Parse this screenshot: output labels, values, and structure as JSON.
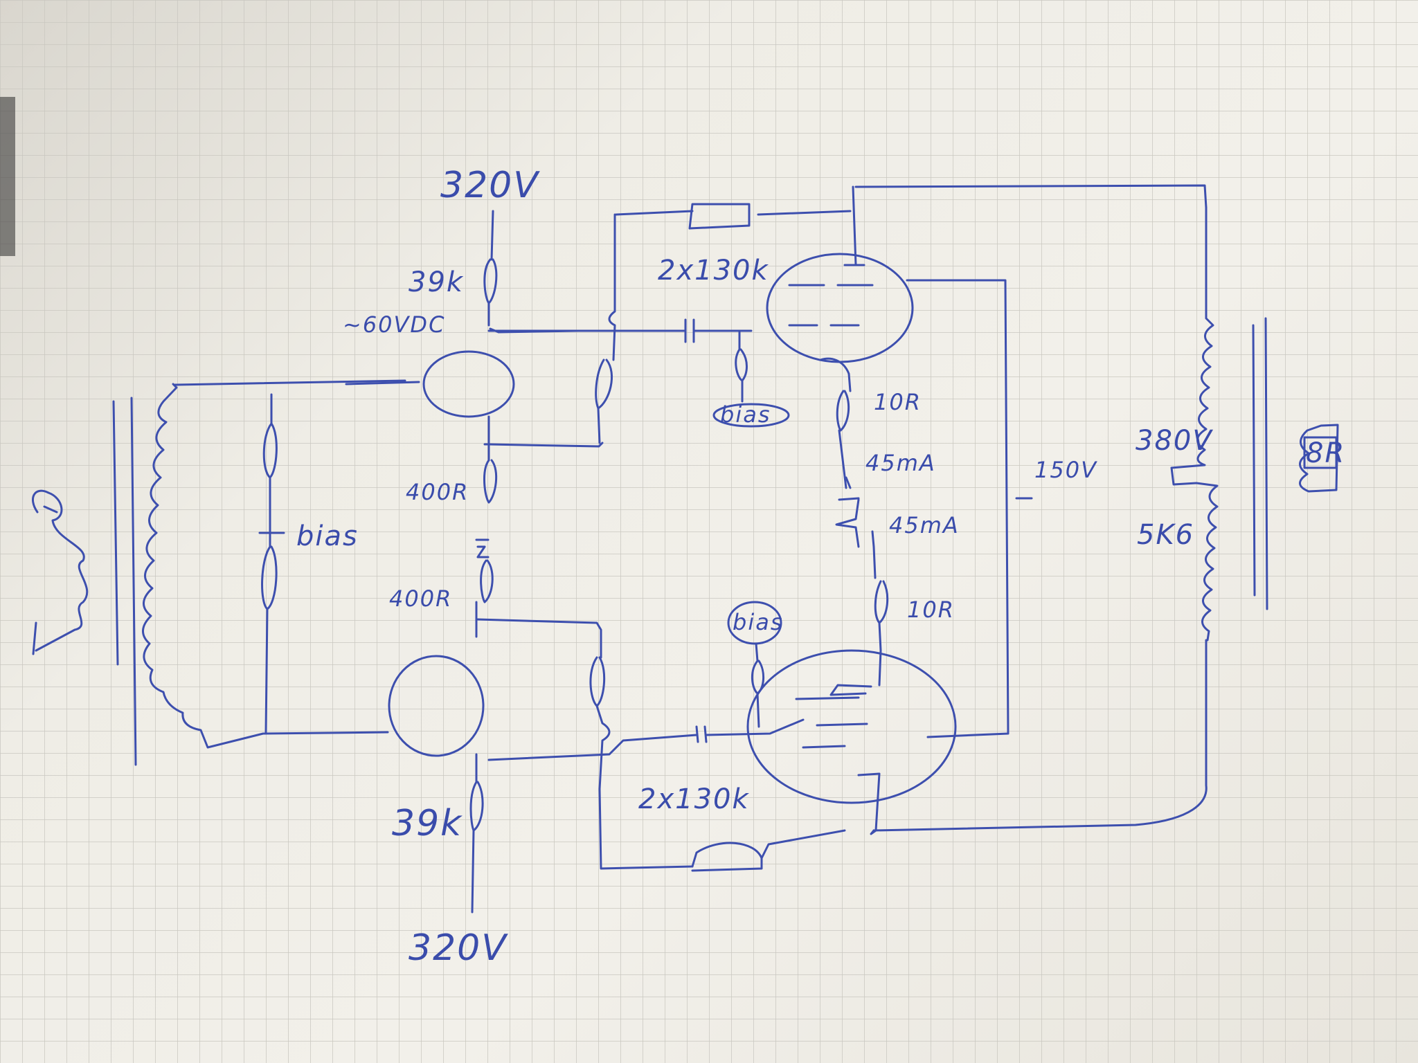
{
  "labels": {
    "supply_top": "320V",
    "supply_bottom": "320V",
    "res_39k_top": "39k",
    "res_39k_bottom": "39k",
    "ref_60vdc": "~60VDC",
    "res_400r_1": "400R",
    "res_400r_2": "400R",
    "cap_2x130k_top": "2x130k",
    "cap_2x130k_bottom": "2x130k",
    "bias_left": "bias",
    "bias_mid_top": "bias",
    "bias_mid_bottom": "bias",
    "res_10r_top": "10R",
    "res_10r_bottom": "10R",
    "current_1": "45mA",
    "current_2": "45mA",
    "volt_150": "150V",
    "volt_380": "380V",
    "imp_5k6": "5K6",
    "load_8r": "8R"
  },
  "colors": {
    "ink": "#3d4fae",
    "paper": "#f2f0ea",
    "grid": "#c9c7c0"
  }
}
